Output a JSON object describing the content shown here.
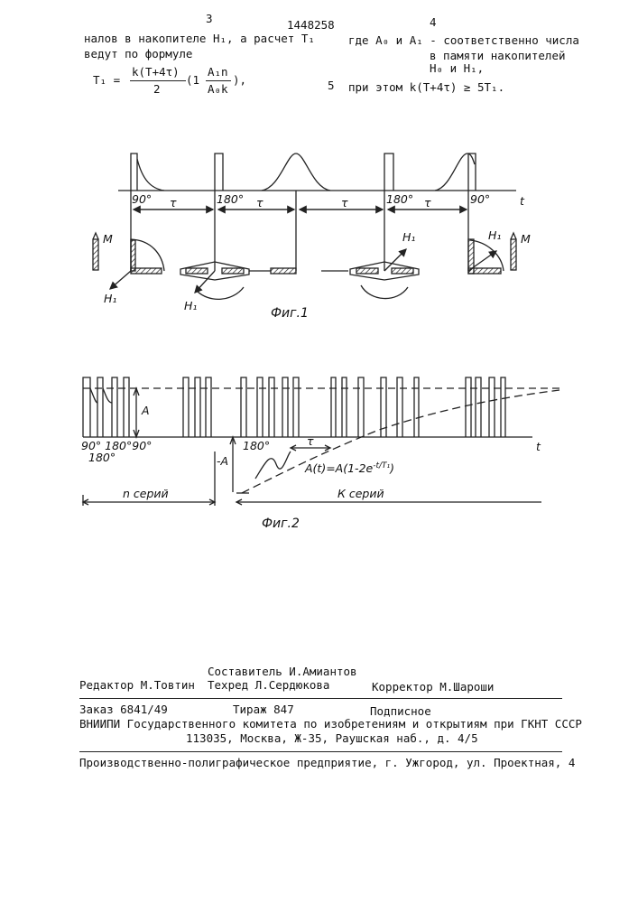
{
  "header": {
    "page_left": "3",
    "patent_number": "1448258",
    "page_right": "4"
  },
  "text_left": {
    "line1": "налов в накопителе H₁, а расчет T₁",
    "line2": "ведут по формуле",
    "formula_lhs": "T₁ =",
    "formula_num": "k(T+4τ)",
    "formula_den": "2",
    "formula_paren": "(1 -",
    "frac2_num": "A₁n",
    "frac2_den": "A₀k",
    "formula_end": "),"
  },
  "text_right": {
    "line1": "где A₀ и A₁ - соответственно числа",
    "line2": "в памяти накопителей",
    "line3": "H₀ и H₁,",
    "line_num": "5",
    "line4": "при этом k(T+4τ) ≥ 5T₁."
  },
  "fig1": {
    "caption": "Фиг.1",
    "angle_90_left": "90°",
    "angle_180_left": "180°",
    "angle_180_right": "180°",
    "angle_90_right": "90°",
    "tau1": "τ",
    "tau2": "τ",
    "tau3": "τ",
    "tau4": "τ",
    "axis_t": "t",
    "label_M_left": "M",
    "label_M_right": "M",
    "label_H1_a": "H₁",
    "label_H1_b": "H₁",
    "label_H1_c": "H₁",
    "label_H1_d": "H₁"
  },
  "fig2": {
    "caption": "Фиг.2",
    "label_A": "A",
    "label_minus_A": "-A",
    "angles_top": "90° 180°90°",
    "angle_180_low": "180°",
    "angle_180_mid": "180°",
    "tau": "τ",
    "formula": "A(t)=A(1-2e",
    "formula_exp": "-t/T₁",
    "formula_close": ")",
    "axis_t": "t",
    "n_series": "n серий",
    "k_series": "К серий"
  },
  "footer": {
    "compiler": "Составитель И.Амиантов",
    "editor": "Редактор М.Товтин",
    "techred": "Техред Л.Сердюкова",
    "corrector": "Корректор М.Шароши",
    "order": "Заказ 6841/49",
    "circulation": "Тираж 847",
    "subscription": "Подписное",
    "vniipi": "ВНИИПИ Государственного комитета по изобретениям и открытиям при ГКНТ СССР",
    "address": "113035, Москва, Ж-35, Раушская наб., д. 4/5",
    "publisher": "Производственно-полиграфическое предприятие, г. Ужгород, ул. Проектная, 4"
  }
}
